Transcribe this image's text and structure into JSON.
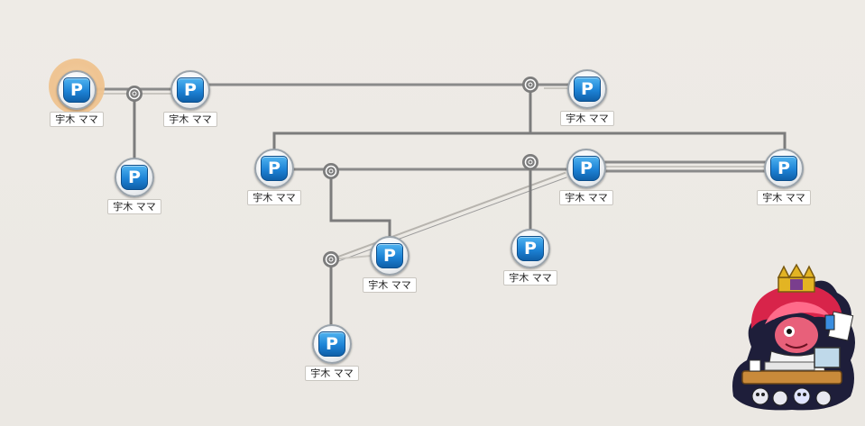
{
  "nodes": [
    {
      "id": "n1",
      "name": "宇木 ママ",
      "selected": true
    },
    {
      "id": "n2",
      "name": "宇木 ママ"
    },
    {
      "id": "n3",
      "name": "宇木 ママ"
    },
    {
      "id": "n4",
      "name": "宇木 ママ"
    },
    {
      "id": "n5",
      "name": "宇木 ママ"
    },
    {
      "id": "n6",
      "name": "宇木 ママ"
    },
    {
      "id": "n7",
      "name": "宇木 ママ"
    },
    {
      "id": "n8",
      "name": "宇木 ママ"
    },
    {
      "id": "n9",
      "name": "宇木 ママ"
    },
    {
      "id": "n10",
      "name": "宇木 ママ"
    }
  ],
  "badge_letter": "P",
  "colors": {
    "background": "#ece9e4",
    "link": "#7c7c7c",
    "selection_halo": "#efc28e",
    "badge_blue": "#1d83d6"
  },
  "icons": {
    "node": "p-badge-icon",
    "junction": "rings-icon",
    "mascot": "mascot-character-illustration"
  }
}
